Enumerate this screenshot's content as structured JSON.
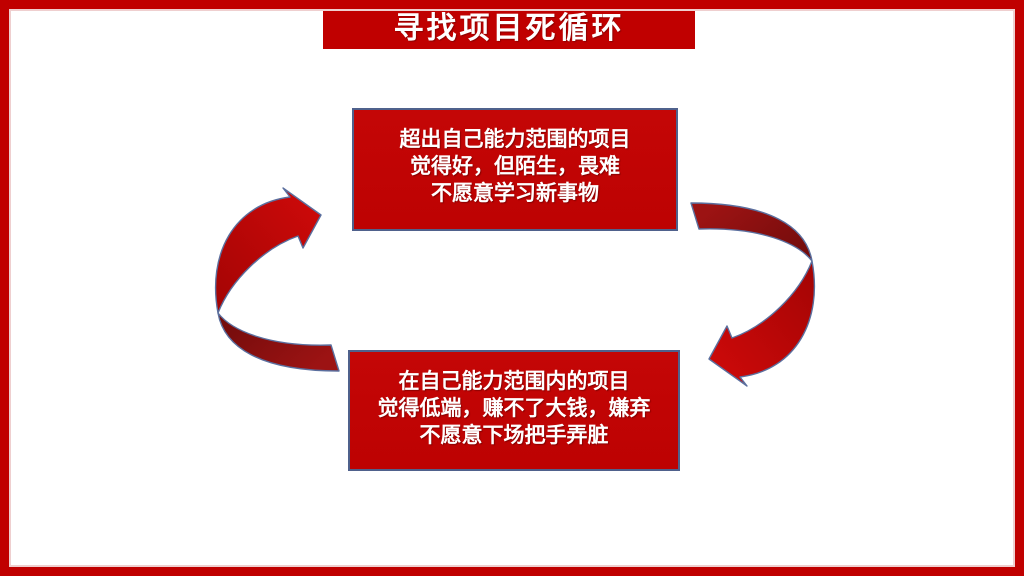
{
  "title": {
    "text": "寻找项目死循环"
  },
  "boxes": {
    "top": {
      "lines": [
        "超出自己能力范围的项目",
        "觉得好，但陌生，畏难",
        "不愿意学习新事物"
      ]
    },
    "bottom": {
      "lines": [
        "在自己能力范围内的项目",
        "觉得低端，赚不了大钱，嫌弃",
        "不愿意下场把手弄脏"
      ]
    }
  },
  "icons": {
    "left_arrow": "cycle-arrow-counterclockwise-up",
    "right_arrow": "cycle-arrow-counterclockwise-down"
  },
  "colors": {
    "frame_red": "#c00000",
    "banner_red": "#c00000",
    "box_red": "#c00000",
    "box_border": "#4f618c",
    "arrow_bright_red": "#d00a0a",
    "arrow_dark_red": "#7c0e0e",
    "shape_outline": "#5b6f9e",
    "text_white": "#ffffff"
  }
}
